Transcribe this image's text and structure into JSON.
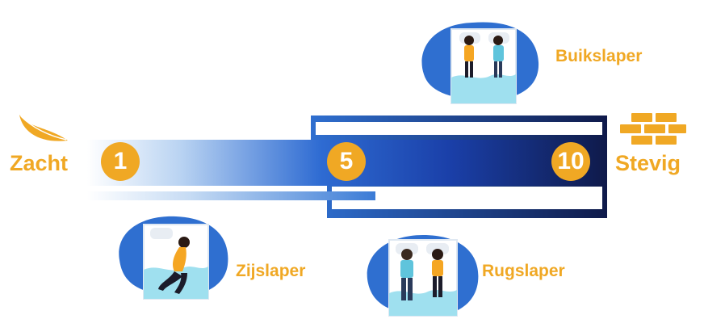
{
  "scale": {
    "min_label": "Zacht",
    "max_label": "Stevig",
    "marks": [
      "1",
      "5",
      "10"
    ]
  },
  "positions": {
    "stomach": "Buikslaper",
    "side": "Zijslaper",
    "back": "Rugslaper"
  },
  "colors": {
    "accent": "#f0a824",
    "bar_dark": "#0f1a4a",
    "bar_mid": "#1b4fc2",
    "bar_light": "#cfe0f5",
    "blob": "#2f6fd0",
    "water": "#9fe0ef",
    "mattress": "#ffffff"
  },
  "icons": {
    "soft": "feather-icon",
    "firm": "brick-wall-icon"
  }
}
